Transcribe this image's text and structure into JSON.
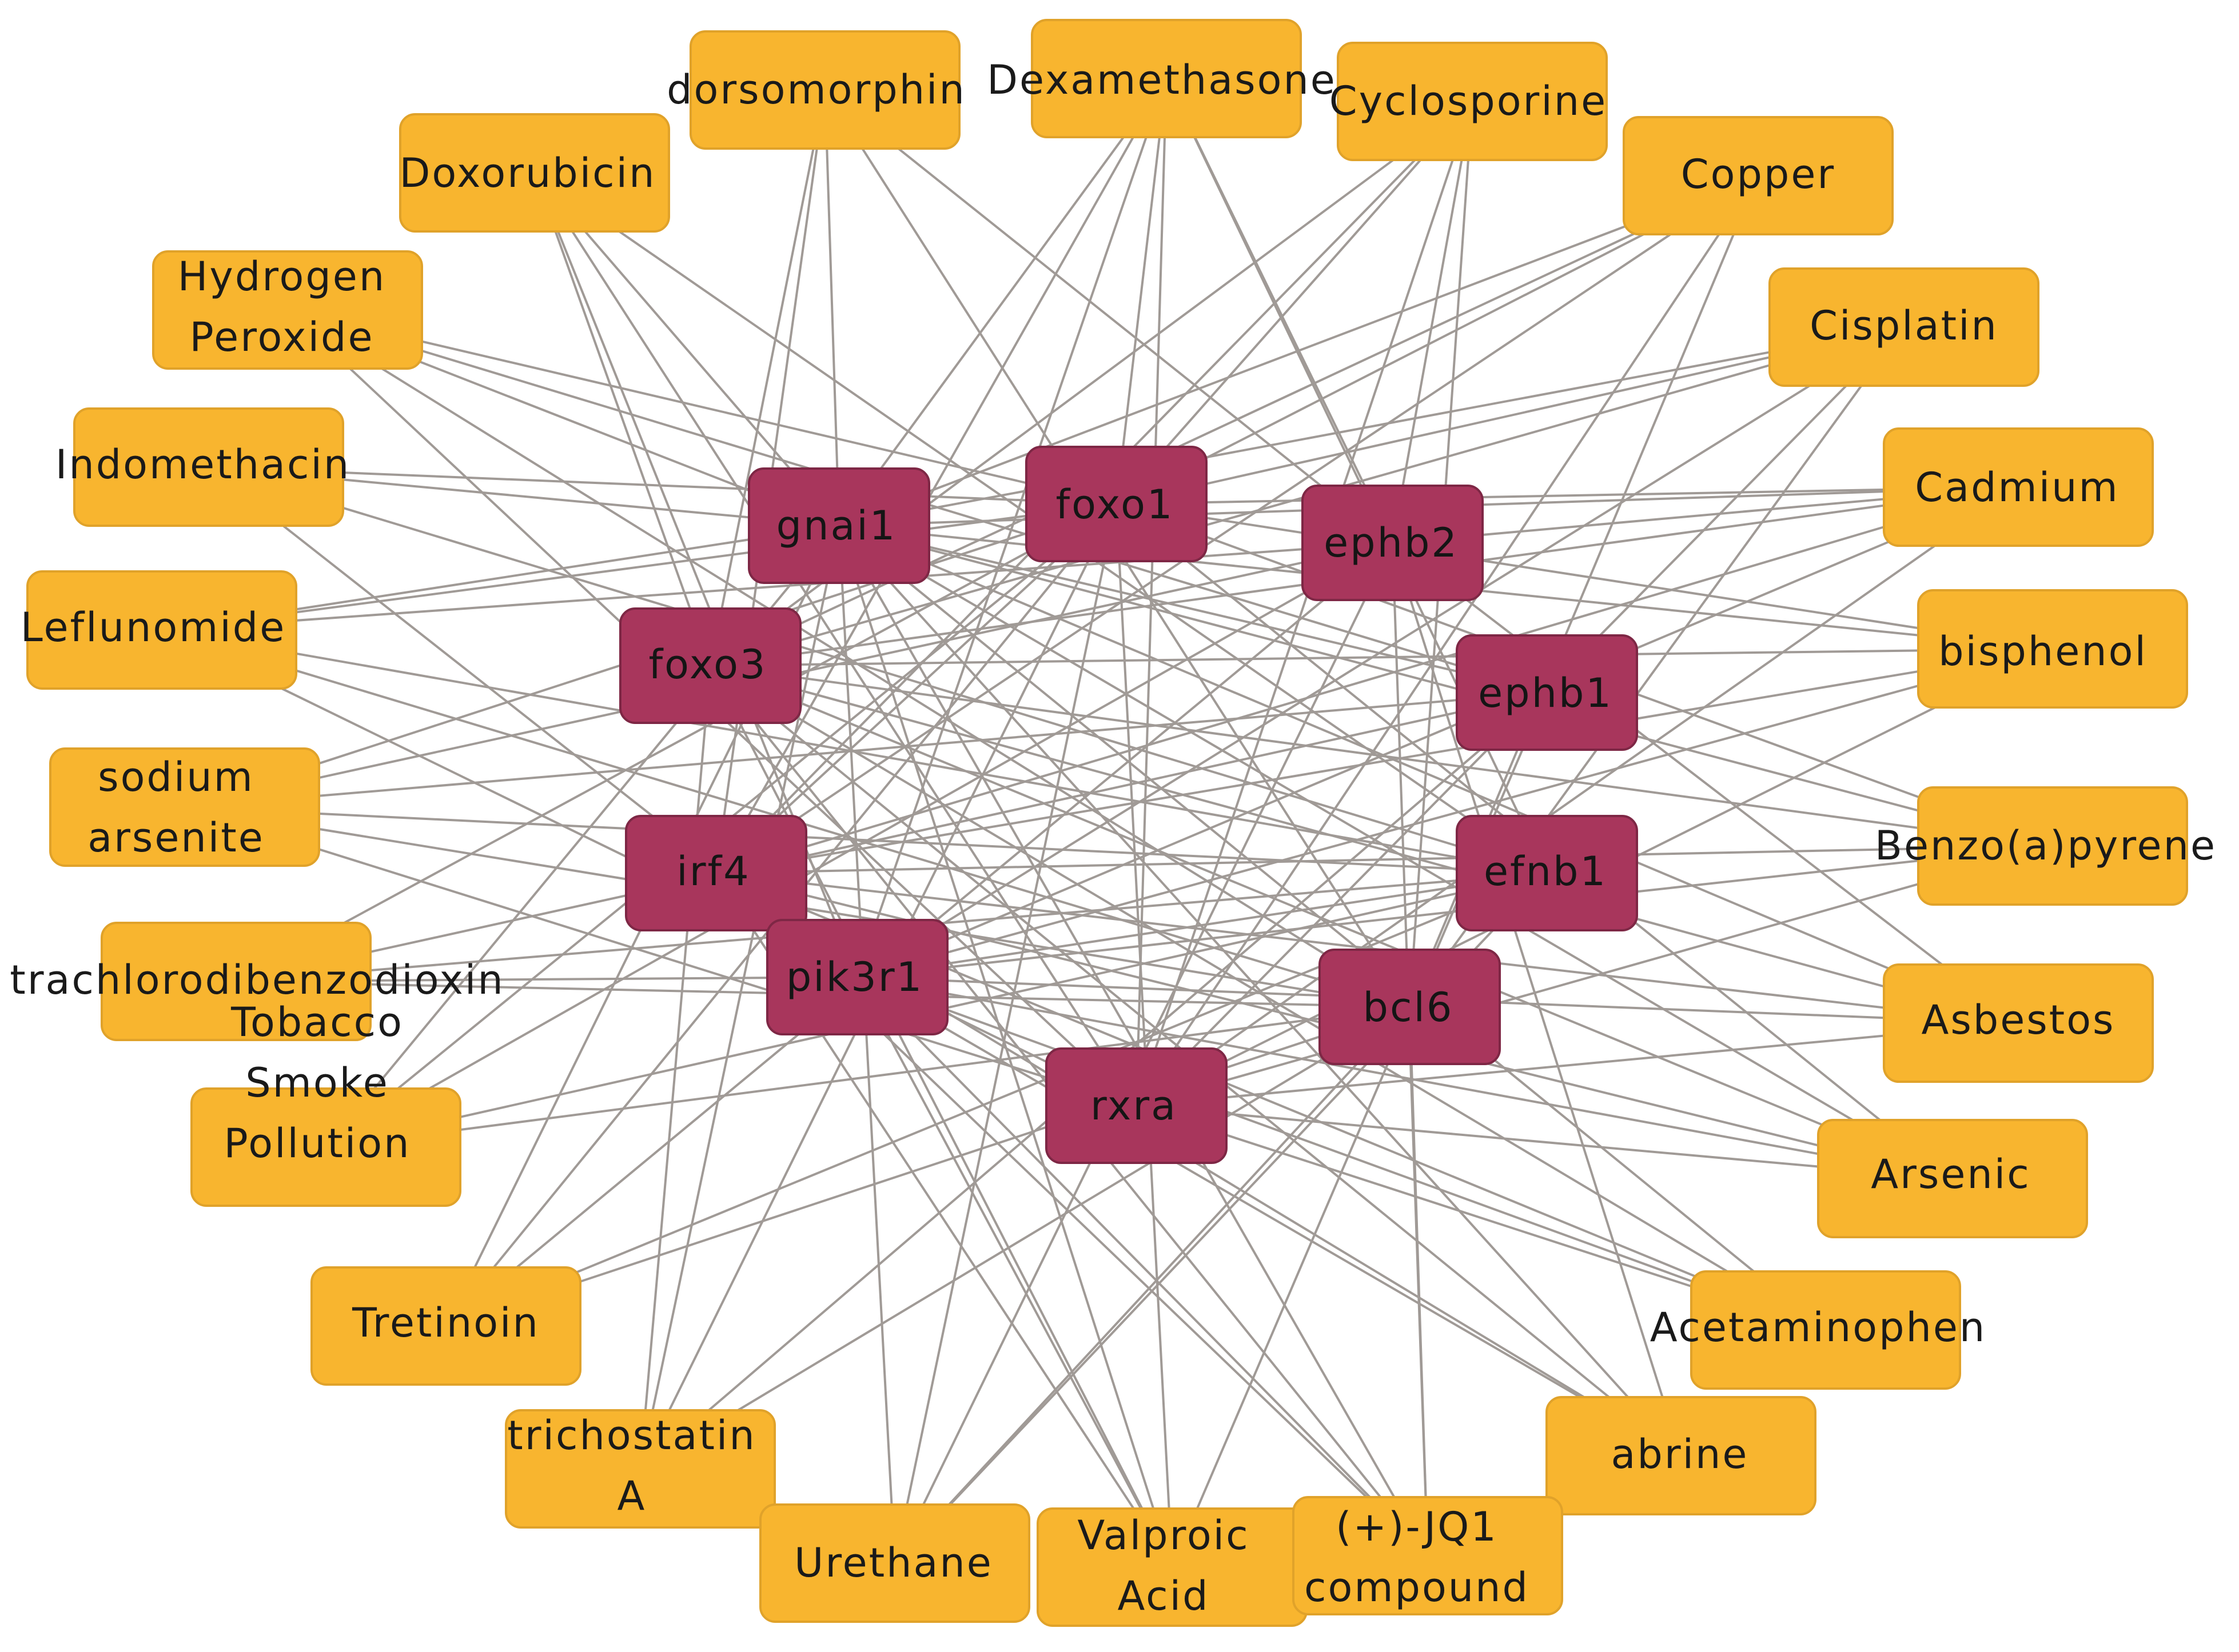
{
  "colors": {
    "chemical_fill": "#f8b52f",
    "chemical_stroke": "#e0a22a",
    "gene_fill": "#a8365c",
    "gene_stroke": "#7e2745",
    "edge": "#a09a96",
    "background": "#ffffff"
  },
  "genes": [
    {
      "id": "gnai1",
      "label": "gnai1"
    },
    {
      "id": "foxo1",
      "label": "foxo1"
    },
    {
      "id": "ephb2",
      "label": "ephb2"
    },
    {
      "id": "foxo3",
      "label": "foxo3"
    },
    {
      "id": "ephb1",
      "label": "ephb1"
    },
    {
      "id": "irf4",
      "label": "irf4"
    },
    {
      "id": "efnb1",
      "label": "efnb1"
    },
    {
      "id": "pik3r1",
      "label": "pik3r1"
    },
    {
      "id": "bcl6",
      "label": "bcl6"
    },
    {
      "id": "rxra",
      "label": "rxra"
    }
  ],
  "chemicals": [
    {
      "id": "dorsomorphin",
      "label": [
        "dorsomorphin"
      ]
    },
    {
      "id": "dexamethasone",
      "label": [
        "Dexamethasone"
      ]
    },
    {
      "id": "cyclosporine",
      "label": [
        "Cyclosporine"
      ]
    },
    {
      "id": "doxorubicin",
      "label": [
        "Doxorubicin"
      ]
    },
    {
      "id": "copper",
      "label": [
        "Copper"
      ]
    },
    {
      "id": "hydrogen-peroxide",
      "label": [
        "Hydrogen",
        "Peroxide"
      ]
    },
    {
      "id": "cisplatin",
      "label": [
        "Cisplatin"
      ]
    },
    {
      "id": "indomethacin",
      "label": [
        "Indomethacin"
      ]
    },
    {
      "id": "cadmium",
      "label": [
        "Cadmium"
      ]
    },
    {
      "id": "leflunomide",
      "label": [
        "Leflunomide"
      ]
    },
    {
      "id": "bisphenol",
      "label": [
        "bisphenol"
      ]
    },
    {
      "id": "sodium-arsenite",
      "label": [
        "sodium",
        "arsenite"
      ]
    },
    {
      "id": "benzo-a-pyrene",
      "label": [
        "Benzo(a)pyrene"
      ]
    },
    {
      "id": "trachlorodibenzodioxin",
      "label": [
        "trachlorodibenzodioxin"
      ]
    },
    {
      "id": "asbestos",
      "label": [
        "Asbestos"
      ]
    },
    {
      "id": "tobacco-smoke-pollution",
      "label": [
        "Tobacco",
        "Smoke",
        "Pollution"
      ]
    },
    {
      "id": "arsenic",
      "label": [
        "Arsenic"
      ]
    },
    {
      "id": "tretinoin",
      "label": [
        "Tretinoin"
      ]
    },
    {
      "id": "acetaminophen",
      "label": [
        "Acetaminophen"
      ]
    },
    {
      "id": "trichostatin-a",
      "label": [
        "trichostatin",
        "A"
      ]
    },
    {
      "id": "abrine",
      "label": [
        "abrine"
      ]
    },
    {
      "id": "urethane",
      "label": [
        "Urethane"
      ]
    },
    {
      "id": "valproic-acid",
      "label": [
        "Valproic",
        "Acid"
      ]
    },
    {
      "id": "jq1-compound",
      "label": [
        "(+)-JQ1",
        "compound"
      ]
    }
  ],
  "edges": [
    [
      "dorsomorphin",
      "gnai1"
    ],
    [
      "dorsomorphin",
      "foxo3"
    ],
    [
      "dorsomorphin",
      "bcl6"
    ],
    [
      "dorsomorphin",
      "ephb2"
    ],
    [
      "dorsomorphin",
      "irf4"
    ],
    [
      "dexamethasone",
      "gnai1"
    ],
    [
      "dexamethasone",
      "foxo1"
    ],
    [
      "dexamethasone",
      "ephb2"
    ],
    [
      "dexamethasone",
      "efnb1"
    ],
    [
      "dexamethasone",
      "rxra"
    ],
    [
      "dexamethasone",
      "irf4"
    ],
    [
      "dexamethasone",
      "pik3r1"
    ],
    [
      "cyclosporine",
      "foxo3"
    ],
    [
      "cyclosporine",
      "foxo1"
    ],
    [
      "cyclosporine",
      "ephb2"
    ],
    [
      "cyclosporine",
      "bcl6"
    ],
    [
      "cyclosporine",
      "rxra"
    ],
    [
      "cyclosporine",
      "irf4"
    ],
    [
      "doxorubicin",
      "foxo3"
    ],
    [
      "doxorubicin",
      "gnai1"
    ],
    [
      "doxorubicin",
      "efnb1"
    ],
    [
      "doxorubicin",
      "rxra"
    ],
    [
      "doxorubicin",
      "pik3r1"
    ],
    [
      "copper",
      "gnai1"
    ],
    [
      "copper",
      "foxo1"
    ],
    [
      "copper",
      "foxo3"
    ],
    [
      "copper",
      "irf4"
    ],
    [
      "copper",
      "bcl6"
    ],
    [
      "copper",
      "rxra"
    ],
    [
      "hydrogen-peroxide",
      "foxo1"
    ],
    [
      "hydrogen-peroxide",
      "gnai1"
    ],
    [
      "hydrogen-peroxide",
      "ephb1"
    ],
    [
      "hydrogen-peroxide",
      "bcl6"
    ],
    [
      "hydrogen-peroxide",
      "rxra"
    ],
    [
      "cisplatin",
      "gnai1"
    ],
    [
      "cisplatin",
      "foxo1"
    ],
    [
      "cisplatin",
      "foxo3"
    ],
    [
      "cisplatin",
      "pik3r1"
    ],
    [
      "cisplatin",
      "bcl6"
    ],
    [
      "cisplatin",
      "rxra"
    ],
    [
      "indomethacin",
      "foxo1"
    ],
    [
      "indomethacin",
      "gnai1"
    ],
    [
      "indomethacin",
      "pik3r1"
    ],
    [
      "indomethacin",
      "efnb1"
    ],
    [
      "cadmium",
      "foxo1"
    ],
    [
      "cadmium",
      "gnai1"
    ],
    [
      "cadmium",
      "foxo3"
    ],
    [
      "cadmium",
      "ephb2"
    ],
    [
      "cadmium",
      "irf4"
    ],
    [
      "cadmium",
      "pik3r1"
    ],
    [
      "cadmium",
      "rxra"
    ],
    [
      "leflunomide",
      "foxo1"
    ],
    [
      "leflunomide",
      "ephb2"
    ],
    [
      "leflunomide",
      "efnb1"
    ],
    [
      "leflunomide",
      "bcl6"
    ],
    [
      "leflunomide",
      "rxra"
    ],
    [
      "leflunomide",
      "gnai1"
    ],
    [
      "bisphenol",
      "foxo1"
    ],
    [
      "bisphenol",
      "gnai1"
    ],
    [
      "bisphenol",
      "foxo3"
    ],
    [
      "bisphenol",
      "irf4"
    ],
    [
      "bisphenol",
      "pik3r1"
    ],
    [
      "bisphenol",
      "rxra"
    ],
    [
      "sodium-arsenite",
      "foxo1"
    ],
    [
      "sodium-arsenite",
      "ephb2"
    ],
    [
      "sodium-arsenite",
      "efnb1"
    ],
    [
      "sodium-arsenite",
      "bcl6"
    ],
    [
      "sodium-arsenite",
      "rxra"
    ],
    [
      "sodium-arsenite",
      "ephb1"
    ],
    [
      "benzo-a-pyrene",
      "foxo3"
    ],
    [
      "benzo-a-pyrene",
      "irf4"
    ],
    [
      "benzo-a-pyrene",
      "pik3r1"
    ],
    [
      "benzo-a-pyrene",
      "rxra"
    ],
    [
      "benzo-a-pyrene",
      "gnai1"
    ],
    [
      "benzo-a-pyrene",
      "foxo1"
    ],
    [
      "trachlorodibenzodioxin",
      "foxo1"
    ],
    [
      "trachlorodibenzodioxin",
      "ephb1"
    ],
    [
      "trachlorodibenzodioxin",
      "efnb1"
    ],
    [
      "trachlorodibenzodioxin",
      "bcl6"
    ],
    [
      "trachlorodibenzodioxin",
      "pik3r1"
    ],
    [
      "asbestos",
      "foxo3"
    ],
    [
      "asbestos",
      "gnai1"
    ],
    [
      "asbestos",
      "irf4"
    ],
    [
      "asbestos",
      "pik3r1"
    ],
    [
      "asbestos",
      "rxra"
    ],
    [
      "asbestos",
      "ephb2"
    ],
    [
      "tobacco-smoke-pollution",
      "foxo1"
    ],
    [
      "tobacco-smoke-pollution",
      "ephb2"
    ],
    [
      "tobacco-smoke-pollution",
      "efnb1"
    ],
    [
      "tobacco-smoke-pollution",
      "bcl6"
    ],
    [
      "tobacco-smoke-pollution",
      "gnai1"
    ],
    [
      "arsenic",
      "foxo3"
    ],
    [
      "arsenic",
      "irf4"
    ],
    [
      "arsenic",
      "pik3r1"
    ],
    [
      "arsenic",
      "rxra"
    ],
    [
      "arsenic",
      "foxo1"
    ],
    [
      "arsenic",
      "gnai1"
    ],
    [
      "tretinoin",
      "foxo1"
    ],
    [
      "tretinoin",
      "gnai1"
    ],
    [
      "tretinoin",
      "ephb2"
    ],
    [
      "tretinoin",
      "efnb1"
    ],
    [
      "tretinoin",
      "bcl6"
    ],
    [
      "acetaminophen",
      "foxo3"
    ],
    [
      "acetaminophen",
      "irf4"
    ],
    [
      "acetaminophen",
      "pik3r1"
    ],
    [
      "acetaminophen",
      "rxra"
    ],
    [
      "acetaminophen",
      "gnai1"
    ],
    [
      "trichostatin-a",
      "foxo3"
    ],
    [
      "trichostatin-a",
      "foxo1"
    ],
    [
      "trichostatin-a",
      "ephb1"
    ],
    [
      "trichostatin-a",
      "bcl6"
    ],
    [
      "trichostatin-a",
      "gnai1"
    ],
    [
      "abrine",
      "foxo3"
    ],
    [
      "abrine",
      "irf4"
    ],
    [
      "abrine",
      "pik3r1"
    ],
    [
      "abrine",
      "gnai1"
    ],
    [
      "abrine",
      "ephb2"
    ],
    [
      "urethane",
      "gnai1"
    ],
    [
      "urethane",
      "foxo1"
    ],
    [
      "urethane",
      "ephb2"
    ],
    [
      "urethane",
      "efnb1"
    ],
    [
      "urethane",
      "bcl6"
    ],
    [
      "valproic-acid",
      "foxo3"
    ],
    [
      "valproic-acid",
      "foxo1"
    ],
    [
      "valproic-acid",
      "irf4"
    ],
    [
      "valproic-acid",
      "ephb1"
    ],
    [
      "valproic-acid",
      "gnai1"
    ],
    [
      "valproic-acid",
      "pik3r1"
    ],
    [
      "jq1-compound",
      "foxo3"
    ],
    [
      "jq1-compound",
      "gnai1"
    ],
    [
      "jq1-compound",
      "irf4"
    ],
    [
      "jq1-compound",
      "pik3r1"
    ],
    [
      "jq1-compound",
      "ephb2"
    ],
    [
      "jq1-compound",
      "bcl6"
    ],
    [
      "gnai1",
      "ephb1"
    ],
    [
      "foxo1",
      "irf4"
    ],
    [
      "pik3r1",
      "efnb1"
    ]
  ]
}
